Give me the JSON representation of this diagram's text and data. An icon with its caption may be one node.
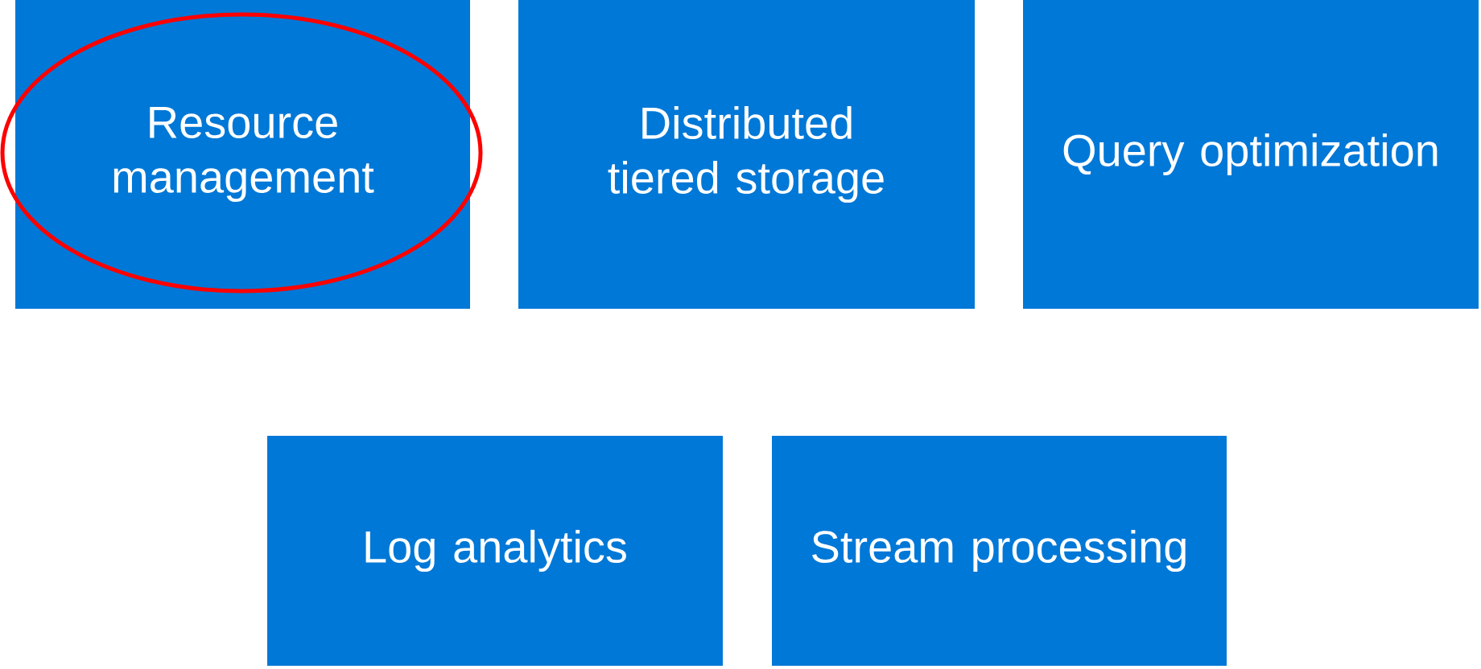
{
  "diagram": {
    "nodes": [
      {
        "text": [
          "Resource management"
        ]
      },
      {
        "text": [
          "Distributed tiered storage"
        ]
      },
      {
        "text": [
          "Query optimization"
        ]
      },
      {
        "text": [
          "Log analytics"
        ]
      },
      {
        "text": [
          "Stream processing"
        ]
      }
    ]
  }
}
